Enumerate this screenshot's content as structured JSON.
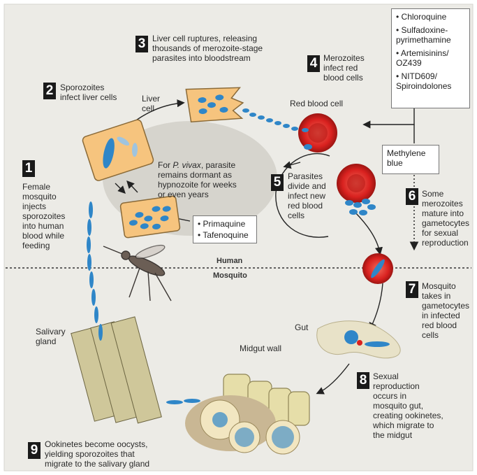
{
  "steps": [
    {
      "num": "1",
      "text": "Female\nmosquito\ninjects\nsporozoites\ninto human\nblood while\nfeeding"
    },
    {
      "num": "2",
      "text": "Sporozoites\ninfect liver cells"
    },
    {
      "num": "3",
      "text": "Liver cell ruptures, releasing\nthousands of merozoite-stage\nparasites into bloodstream"
    },
    {
      "num": "4",
      "text": "Merozoites\ninfect red\nblood cells"
    },
    {
      "num": "5",
      "text": "Parasites\ndivide and\ninfect new\nred blood\ncells"
    },
    {
      "num": "6",
      "text": "Some\nmerozoites\nmature into\ngametocytes\nfor sexual\nreproduction"
    },
    {
      "num": "7",
      "text": "Mosquito\ntakes in\ngametocytes\nin infected\nred blood\ncells"
    },
    {
      "num": "8",
      "text": "Sexual\nreproduction\noccurs in\nmosquito gut,\ncreating ookinetes,\nwhich migrate to\nthe midgut"
    },
    {
      "num": "9",
      "text": "Ookinetes become oocysts,\nyielding sporozoites that\nmigrate to the salivary gland"
    }
  ],
  "labels": {
    "liver_cell": "Liver\ncell",
    "red_blood_cell": "Red blood cell",
    "salivary_gland": "Salivary\ngland",
    "gut": "Gut",
    "midgut_wall": "Midgut wall",
    "human": "Human",
    "mosquito": "Mosquito",
    "dormant_prefix": "For ",
    "dormant_species": "P. vivax",
    "dormant_rest": ", parasite\nremains dormant as\nhypnozoite for weeks\nor even years"
  },
  "drugs": {
    "blood_stage": [
      "Chloroquine",
      "Sulfadoxine-\npyrimethamine",
      "Artemisinins/\nOZ439",
      "NITD609/\nSpiroindolones"
    ],
    "gametocyte": "Methylene\nblue",
    "liver_stage": [
      "Primaquine",
      "Tafenoquine"
    ]
  },
  "colors": {
    "liver_cell_fill": "#f6c47e",
    "parasite_blue": "#2f86c8",
    "rbc_red": "#d9211f",
    "dormant_gray": "#d6d4cd",
    "page_bg": "#ecebe6",
    "gland_fill": "#cfc79a"
  }
}
